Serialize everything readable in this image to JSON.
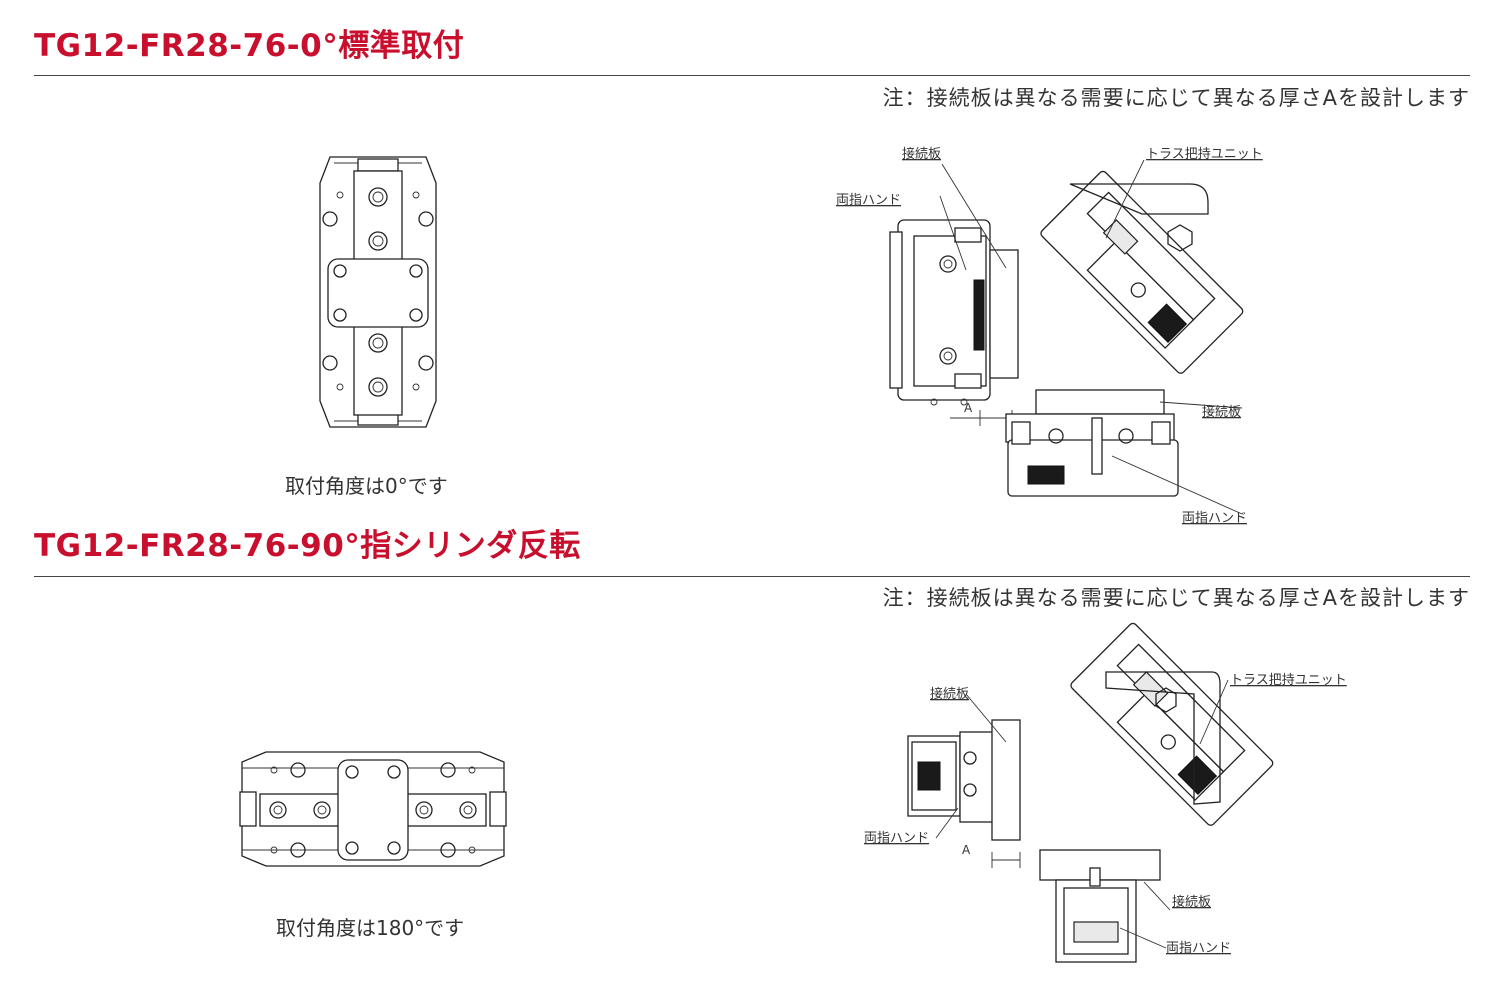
{
  "section1": {
    "title": "TG12-FR28-76-0°標準取付",
    "note": "注：接続板は異なる需要に応じて異なる厚さAを設計します",
    "caption": "取付角度は0°です",
    "labels": {
      "connect_plate_top": "接続板",
      "truss_unit": "トラス把持ユニット",
      "two_finger_hand_left": "両指ハンド",
      "connect_plate_right": "接続板",
      "two_finger_hand_bottom": "両指ハンド",
      "dimension_a": "A"
    }
  },
  "section2": {
    "title": "TG12-FR28-76-90°指シリンダ反転",
    "note": "注：接続板は異なる需要に応じて異なる厚さAを設計します",
    "caption": "取付角度は180°です",
    "labels": {
      "connect_plate_top": "接続板",
      "truss_unit": "トラス把持ユニット",
      "two_finger_hand_left": "両指ハンド",
      "connect_plate_right": "接続板",
      "two_finger_hand_bottom": "両指ハンド",
      "dimension_a": "A"
    }
  },
  "colors": {
    "title": "#c8102e",
    "line": "#222222",
    "text": "#333333"
  }
}
